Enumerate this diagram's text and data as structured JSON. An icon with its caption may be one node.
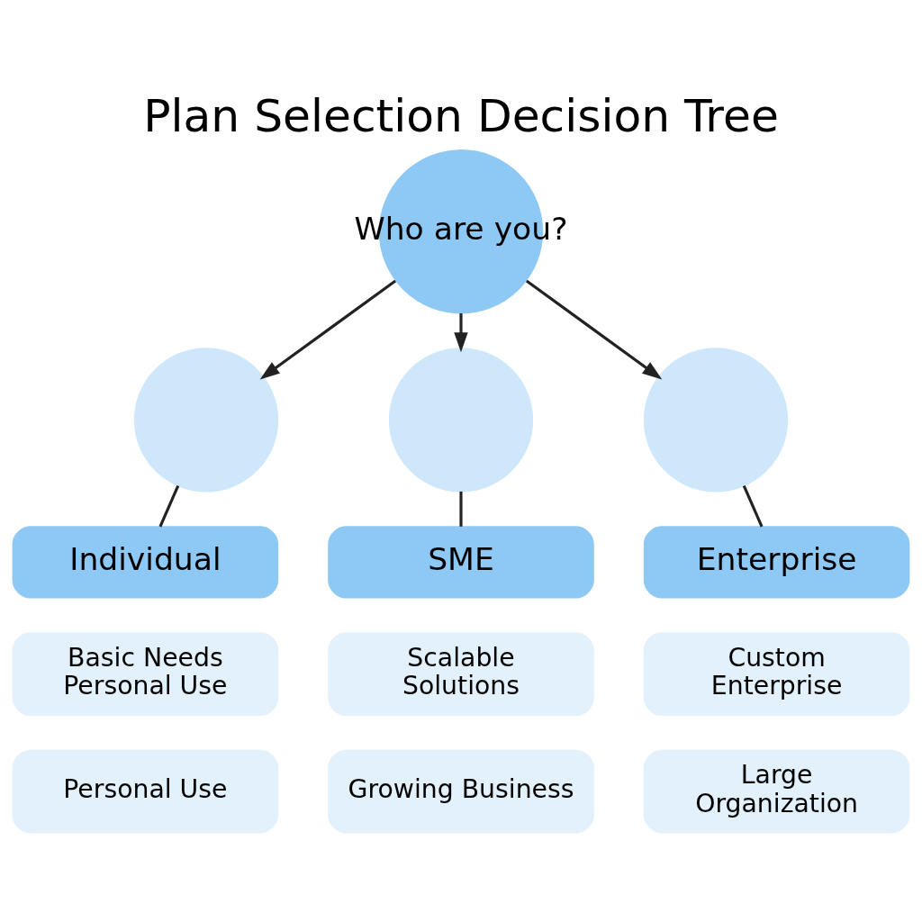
{
  "diagram": {
    "title": "Plan Selection Decision Tree",
    "nodes": [
      {
        "text": [
          "Who are you?"
        ]
      },
      {
        "text": [],
        "shape": "circle"
      },
      {
        "text": [],
        "shape": "circle"
      },
      {
        "text": [],
        "shape": "circle"
      },
      {
        "text": [
          "Individual"
        ]
      },
      {
        "text": [
          "SME"
        ]
      },
      {
        "text": [
          "Enterprise"
        ]
      },
      {
        "text": [
          "Basic Needs Personal Use"
        ]
      },
      {
        "text": [
          "Scalable Solutions"
        ]
      },
      {
        "text": [
          "Custom Enterprise"
        ]
      },
      {
        "text": [
          "Personal Use"
        ]
      },
      {
        "text": [
          "Growing Business"
        ]
      },
      {
        "text": [
          "Large Organization"
        ]
      }
    ],
    "edges": [
      {
        "from": 0,
        "to": 1,
        "arrow": "to"
      },
      {
        "from": 0,
        "to": 2,
        "arrow": "to"
      },
      {
        "from": 0,
        "to": 3,
        "arrow": "to"
      },
      {
        "from": 1,
        "to": 4,
        "arrow": "none"
      },
      {
        "from": 2,
        "to": 5,
        "arrow": "none"
      },
      {
        "from": 3,
        "to": 6,
        "arrow": "none"
      }
    ]
  }
}
